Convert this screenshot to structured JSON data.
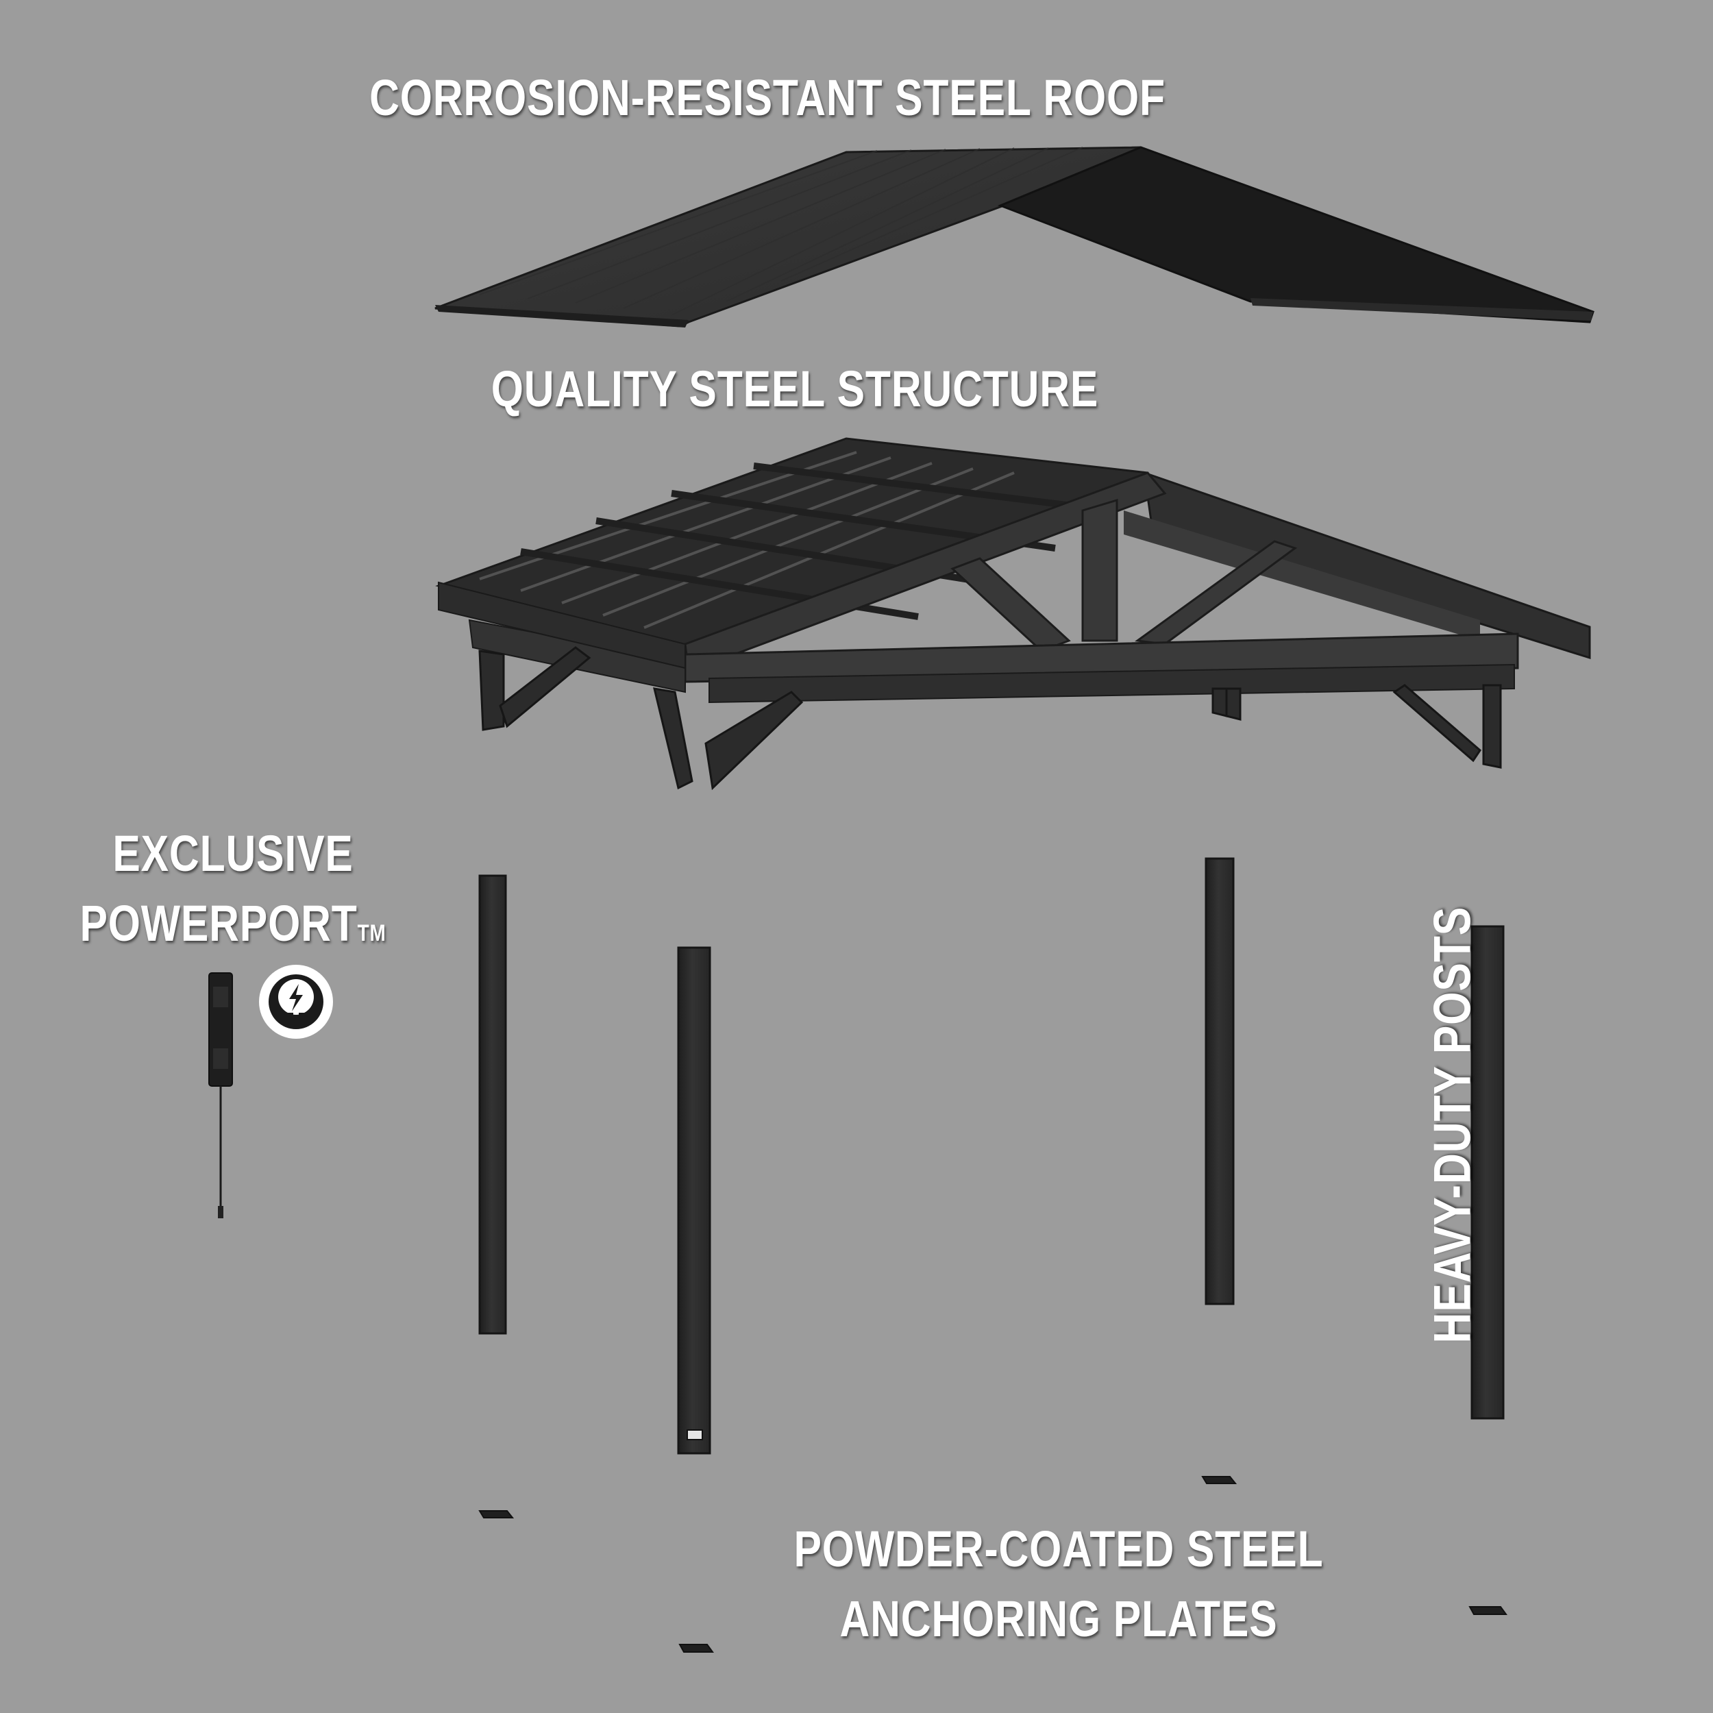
{
  "labels": {
    "roof": "CORROSION-RESISTANT STEEL ROOF",
    "structure": "QUALITY STEEL STRUCTURE",
    "powerport_line1": "EXCLUSIVE",
    "powerport_line2": "POWERPORT",
    "powerport_tm": "TM",
    "posts": "HEAVY-DUTY POSTS",
    "plates_line1": "POWDER-COATED STEEL",
    "plates_line2": "ANCHORING PLATES"
  },
  "icons": {
    "power": "plug-lightning-icon"
  },
  "colors": {
    "background": "#9c9c9c",
    "steel_dark": "#262626",
    "steel_mid": "#333333",
    "label": "#ffffff"
  }
}
